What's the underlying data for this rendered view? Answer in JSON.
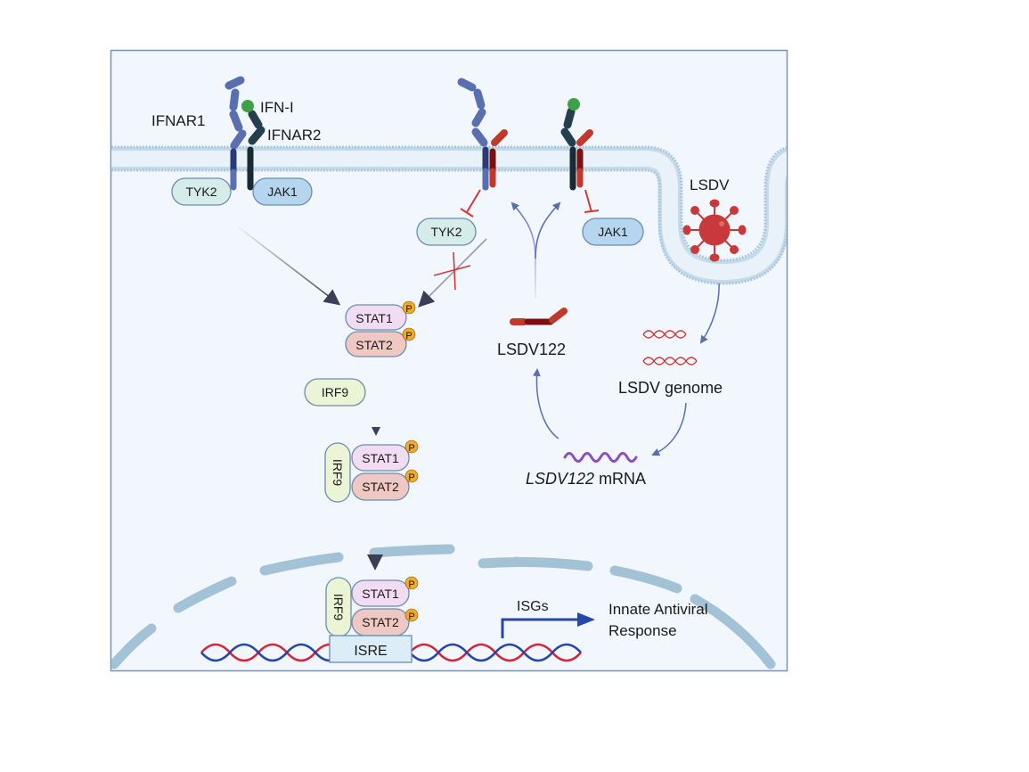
{
  "figure": {
    "title": "LSDV122 inhibition of IFN-I JAK-STAT signaling",
    "colors": {
      "frame_border": "#7a93b5",
      "cytoplasm": "#f1f7fd",
      "membrane": "#a9c7dc",
      "ifnar1": "#5a6fb0",
      "ifnar2": "#263f4c",
      "ifn_ligand": "#3fa046",
      "lsdv122_protein": "#c0392b",
      "inhibition": "#d23b35",
      "virus": "#c9383a",
      "mrna": "#8a4fc4",
      "dna_red": "#d3263c",
      "dna_blue": "#2646a8",
      "phospho": "#f1a92a",
      "nucleus_envelope": "#a3c2d6"
    }
  },
  "receptors": {
    "ifnar1_label": "IFNAR1",
    "ifnar2_label": "IFNAR2",
    "ligand_label": "IFN-I"
  },
  "kinases": {
    "tyk2_left": "TYK2",
    "jak1_left": "JAK1",
    "tyk2_inhibited": "TYK2",
    "jak1_inhibited": "JAK1"
  },
  "stat_complex": {
    "stat1": "STAT1",
    "stat2": "STAT2",
    "phospho": "P",
    "irf9": "IRF9"
  },
  "isgf3_cytoplasm": {
    "irf9": "IRF9",
    "stat1": "STAT1",
    "stat2": "STAT2",
    "phospho": "P"
  },
  "isgf3_nucleus": {
    "irf9": "IRF9",
    "stat1": "STAT1",
    "stat2": "STAT2",
    "phospho": "P",
    "isre": "ISRE"
  },
  "virus": {
    "label": "LSDV",
    "genome_label": "LSDV genome",
    "mrna_label_italic": "LSDV122",
    "mrna_label_suffix": " mRNA",
    "protein_label": "LSDV122"
  },
  "output": {
    "isgs_label": "ISGs",
    "response_line1": "Innate Antiviral",
    "response_line2": "Response"
  }
}
